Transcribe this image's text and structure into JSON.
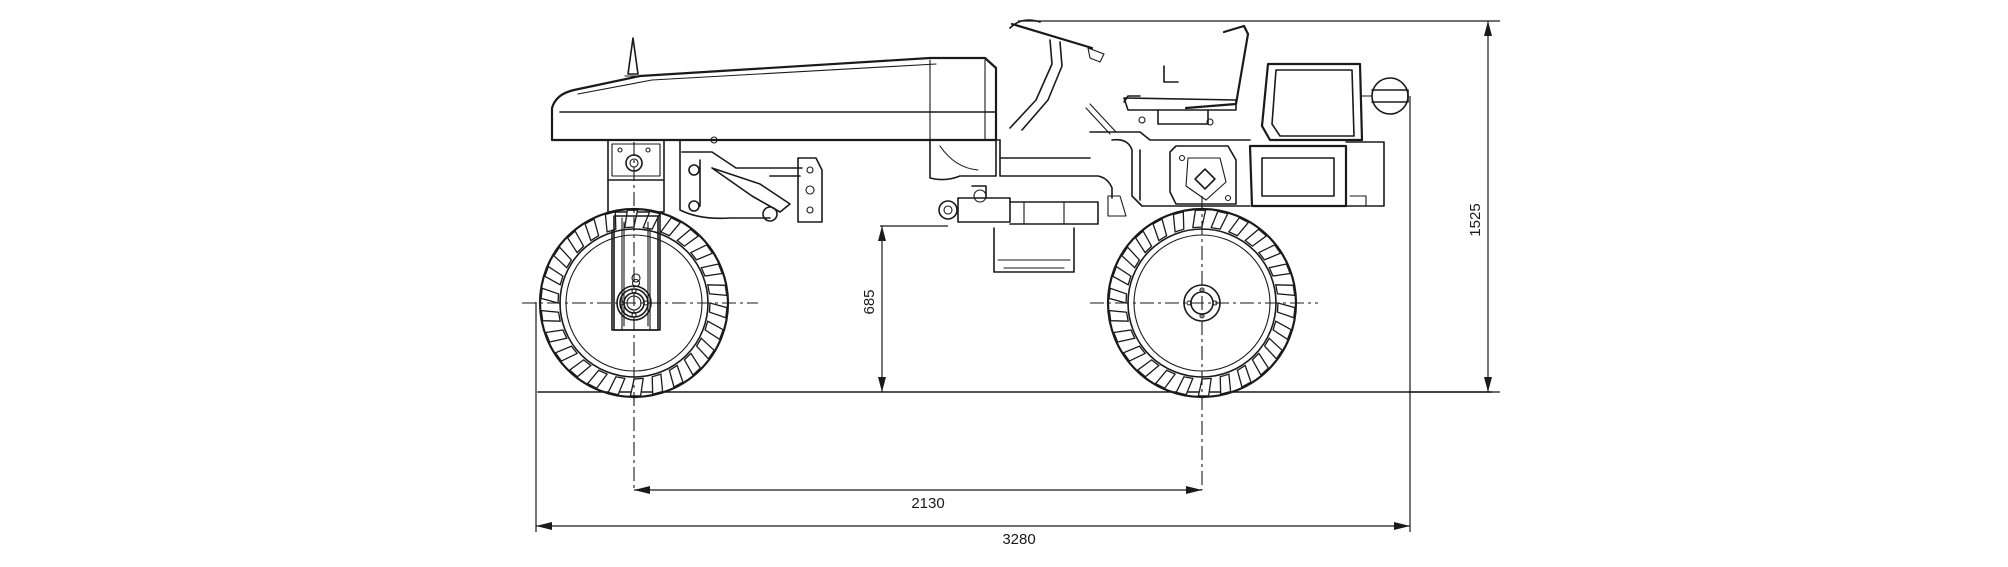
{
  "dimensions": {
    "wheelbase": "2130",
    "overall_length": "3280",
    "overall_height": "1525",
    "ground_clearance": "685"
  },
  "colors": {
    "line": "#1a1a1a",
    "background": "#ffffff"
  }
}
